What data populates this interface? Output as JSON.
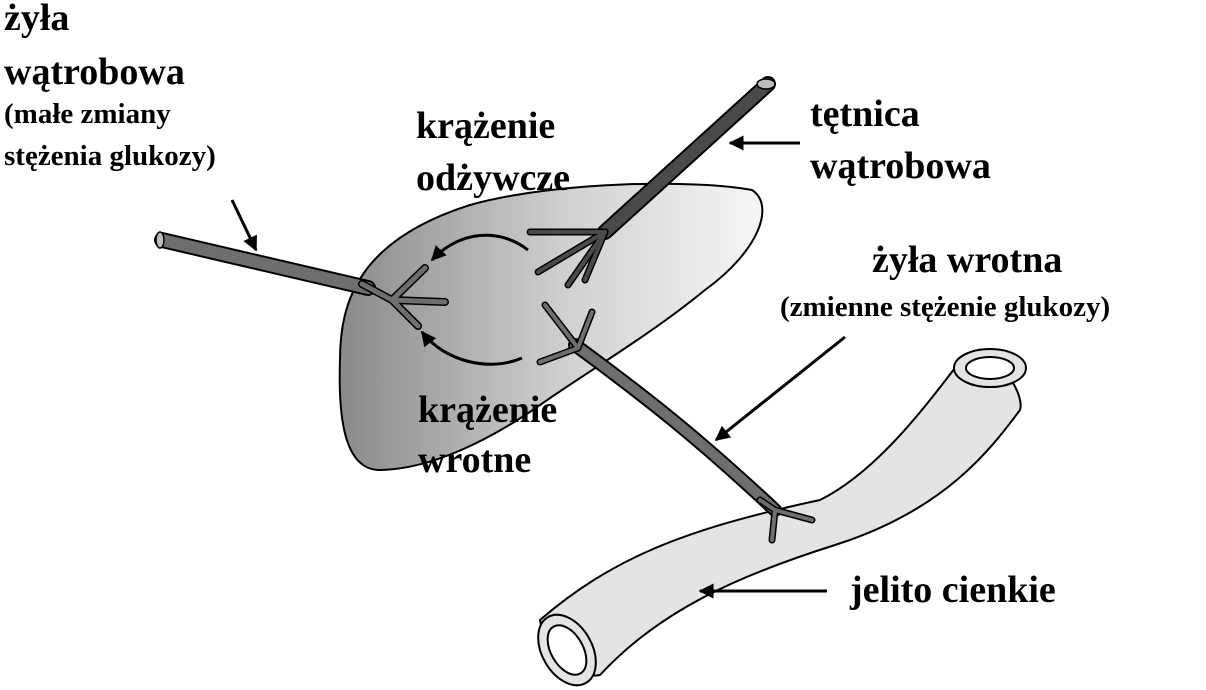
{
  "labels": {
    "hepatic_vein_line1": "żyła",
    "hepatic_vein_line2": "wątrobowa",
    "hepatic_vein_note_line1": "(małe zmiany",
    "hepatic_vein_note_line2": "stężenia glukozy)",
    "nutritive_line1": "krążenie",
    "nutritive_line2": "odżywcze",
    "hepatic_artery_line1": "tętnica",
    "hepatic_artery_line2": "wątrobowa",
    "portal_vein": "żyła wrotna",
    "portal_vein_note": "(zmienne stężenie glukozy)",
    "portal_circ_line1": "krążenie",
    "portal_circ_line2": "wrotne",
    "small_intestine": "jelito cienkie"
  },
  "colors": {
    "liver_dark": "#8a8a8a",
    "liver_light": "#f4f4f4",
    "vessel": "#6e6e6e",
    "artery": "#4a4a4a",
    "intestine": "#e4e4e4",
    "ink": "#000000"
  }
}
